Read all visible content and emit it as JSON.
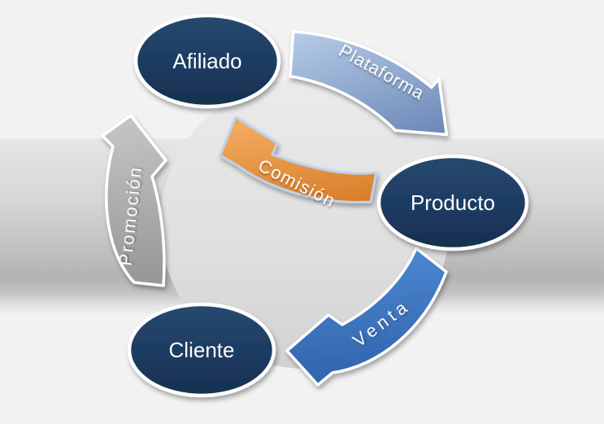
{
  "diagram": {
    "type": "cycle",
    "nodes": [
      {
        "id": "afiliado",
        "label": "Afiliado"
      },
      {
        "id": "producto",
        "label": "Producto"
      },
      {
        "id": "cliente",
        "label": "Cliente"
      }
    ],
    "arrows": [
      {
        "id": "plataforma",
        "label": "Plataforma",
        "from": "afiliado",
        "to": "producto",
        "color": "#8fa9cd"
      },
      {
        "id": "comision",
        "label": "Comisión",
        "from": "producto",
        "to": "afiliado",
        "color": "#e68c35"
      },
      {
        "id": "venta",
        "label": "Venta",
        "from": "producto",
        "to": "cliente",
        "color": "#3b74c1"
      },
      {
        "id": "promocion",
        "label": "Promoción",
        "from": "cliente",
        "to": "afiliado",
        "color": "#a6a6a6"
      }
    ],
    "colors": {
      "node_fill": "#1d3b61",
      "node_text": "#ffffff",
      "arrow_text": "#ffffff",
      "background": "#f2f2f2",
      "band_dark": "#b3b3b3",
      "inner_circle": "#dcdcdc",
      "comision_stroke": "#bcd2ec"
    }
  }
}
